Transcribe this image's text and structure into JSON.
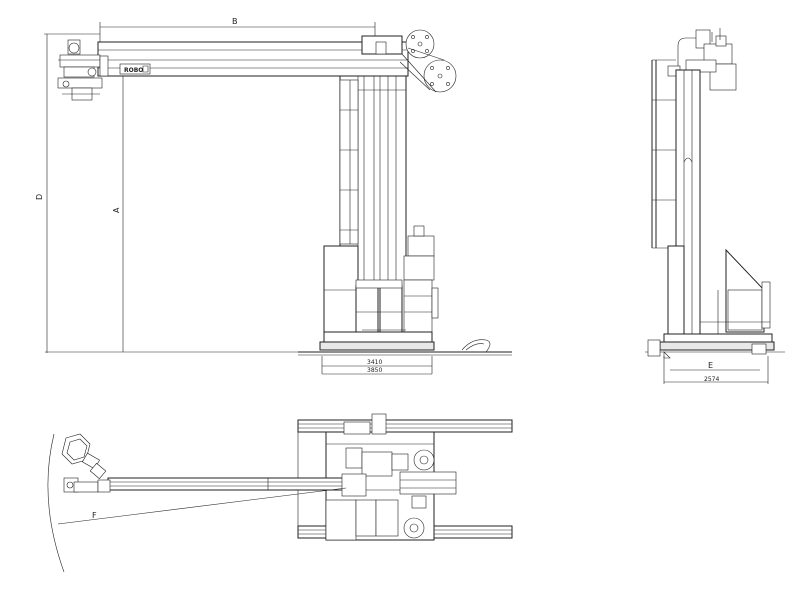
{
  "dimension_labels": {
    "B": "B",
    "D": "D",
    "A": "A",
    "E": "E",
    "F": "F",
    "base_width_1": "3410",
    "base_width_2": "3850",
    "side_base_width": "2574"
  },
  "brand": {
    "logo_text": "ROBO"
  }
}
